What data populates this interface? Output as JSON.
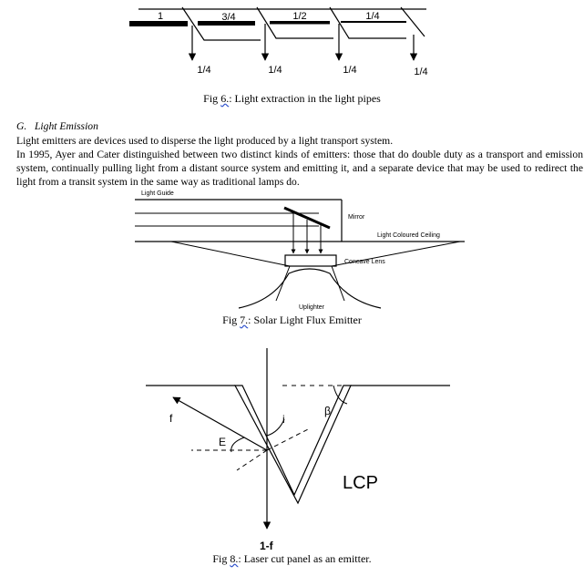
{
  "figure6": {
    "pipe_labels": [
      "1",
      "3/4",
      "1/2",
      "1/4"
    ],
    "extraction_labels": [
      "1/4",
      "1/4",
      "1/4",
      "1/4"
    ],
    "caption_prefix": "Fig ",
    "caption_number": "6.",
    "caption_text": ": Light extraction in the light pipes"
  },
  "section": {
    "heading_letter": "G.",
    "heading_title": "Light Emission",
    "paragraph1": "Light emitters are devices used to disperse the light produced by a light transport system.",
    "paragraph2": "In 1995, Ayer and Cater distinguished between two distinct kinds of emitters: those that do double duty as a transport and emission system, continually pulling light from a distant source system and emitting it, and a separate device that may be used to redirect the light from a transit system in the same way as traditional lamps do."
  },
  "figure7": {
    "label_light_guide": "Light Guide",
    "label_mirror": "Mirror",
    "label_ceiling": "Light Coloured Ceiling",
    "label_lens": "Concave Lens",
    "label_uplighter": "Uplighter",
    "caption_prefix": "Fig ",
    "caption_number": "7.",
    "caption_text": ": Solar Light Flux Emitter"
  },
  "figure8": {
    "label_f": "f",
    "label_i": "i",
    "label_beta": "β",
    "label_e": "E",
    "label_lcp": "LCP",
    "label_1f": "1-f",
    "caption_prefix": "Fig ",
    "caption_number": "8.",
    "caption_text": ": Laser cut panel as an emitter."
  }
}
